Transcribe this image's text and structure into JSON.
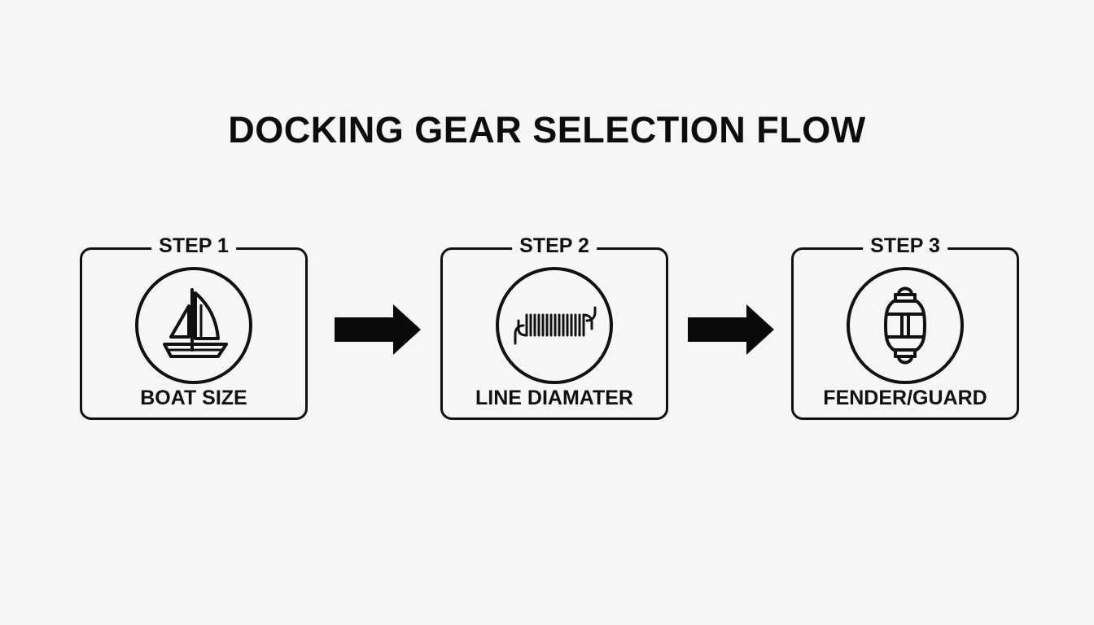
{
  "title": "DOCKING GEAR SELECTION FLOW",
  "steps": [
    {
      "label": "STEP 1",
      "caption": "BOAT SIZE",
      "icon": "sailboat-icon"
    },
    {
      "label": "STEP 2",
      "caption": "LINE DIAMATER",
      "icon": "coiled-line-icon"
    },
    {
      "label": "STEP 3",
      "caption": "FENDER/GUARD",
      "icon": "fender-icon"
    }
  ],
  "connectors": [
    "arrow-right-icon",
    "arrow-right-icon"
  ],
  "colors": {
    "background": "#f6f6f6",
    "ink": "#111111"
  }
}
